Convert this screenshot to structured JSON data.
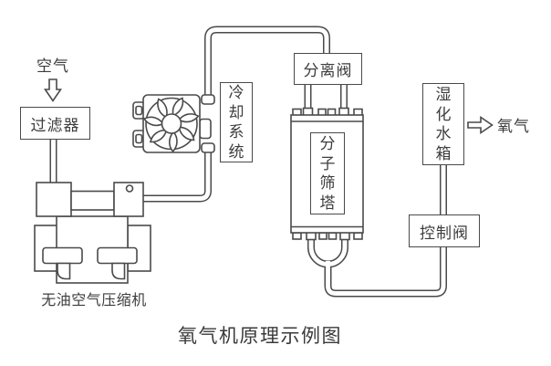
{
  "title": "氧气机原理示例图",
  "nodes": {
    "air_label": "空气",
    "filter": "过滤器",
    "compressor_label": "无油空气压缩机",
    "cooling_system": "冷却系统",
    "separation_valve": "分离阀",
    "molecular_sieve_tower": "分子筛塔",
    "humidification_tank": "湿化水箱",
    "control_valve": "控制阀",
    "oxygen_label": "氧气"
  },
  "icons": {
    "fan": "cooling-fan-icon",
    "air_flow": "down-block-arrow-icon",
    "oxygen_flow": "right-block-arrow-icon"
  },
  "colors": {
    "line": "#4a4a4a",
    "text": "#3d3d3d",
    "background": "#ffffff"
  }
}
